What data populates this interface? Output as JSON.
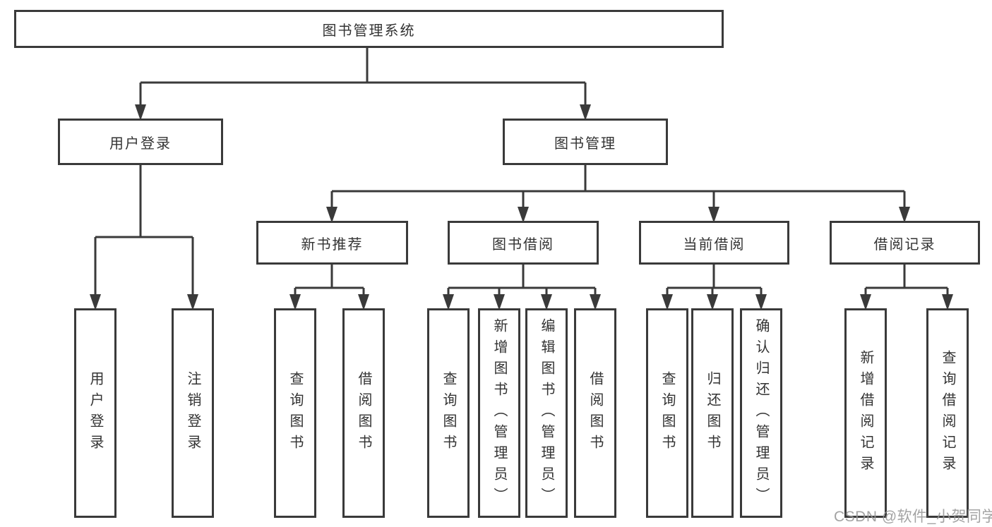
{
  "diagram": {
    "root": {
      "label": "图书管理系统"
    },
    "groups": [
      {
        "label": "用户登录",
        "leaves": [
          {
            "label": "用户登录"
          },
          {
            "label": "注销登录"
          }
        ]
      },
      {
        "label": "图书管理",
        "sections": [
          {
            "label": "新书推荐",
            "leaves": [
              {
                "label": "查询图书"
              },
              {
                "label": "借阅图书"
              }
            ]
          },
          {
            "label": "图书借阅",
            "leaves": [
              {
                "label": "查询图书"
              },
              {
                "label": "新增图书（管理员）"
              },
              {
                "label": "编辑图书（管理员）"
              },
              {
                "label": "借阅图书"
              }
            ]
          },
          {
            "label": "当前借阅",
            "leaves": [
              {
                "label": "查询图书"
              },
              {
                "label": "归还图书"
              },
              {
                "label": "确认归还（管理员）"
              }
            ]
          },
          {
            "label": "借阅记录",
            "leaves": [
              {
                "label": "新增借阅记录"
              },
              {
                "label": "查询借阅记录"
              }
            ]
          }
        ]
      }
    ]
  },
  "watermark": {
    "text": "CSDN @软件_小贺同学"
  },
  "colors": {
    "line": "#3a3a3a",
    "text": "#333333",
    "watermark": "#969696",
    "background": "#ffffff"
  }
}
